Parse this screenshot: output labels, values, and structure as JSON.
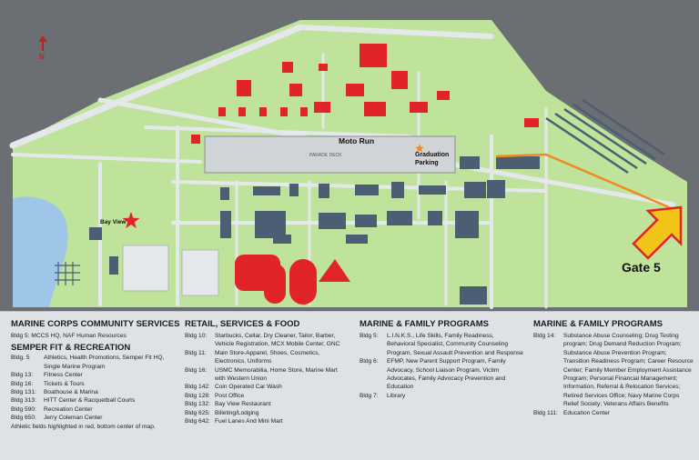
{
  "map": {
    "north_label": "N",
    "moto_run_label": "Moto Run",
    "graduation_parking_label": "Graduation Parking",
    "bay_view_label": "Bay View",
    "gate_label": "Gate 5",
    "parade_deck_label": "PARADE DECK",
    "colors": {
      "frame": "#6b6e72",
      "ground": "#bfe39a",
      "road": "#e4e8ea",
      "building": "#4c5e73",
      "highlight_building": "#e0242a",
      "water": "#9ec6e8",
      "star": "#e0242a",
      "arrow": "#f2c418"
    }
  },
  "legend": {
    "col1": {
      "title": "MARINE CORPS COMMUNITY SERVICES",
      "intro": "Bldg 5: MCCS HQ, NAF Human Resources",
      "rows": [
        {
          "bldg": "Bldg. 5",
          "desc": "Athletics, Health Promotions, Semper Fit HQ, Single Marine Program"
        },
        {
          "bldg": "Bldg 13:",
          "desc": "Fitness Center"
        },
        {
          "bldg": "Bldg 16:",
          "desc": "Tickets & Tours"
        },
        {
          "bldg": "Bldg 131:",
          "desc": "Boathouse & Marina"
        },
        {
          "bldg": "Bldg 313:",
          "desc": "HITT Center & Racquetball Courts"
        },
        {
          "bldg": "Bldg 590:",
          "desc": "Recreation Center"
        },
        {
          "bldg": "Bldg 650:",
          "desc": "Jerry Coleman Center"
        }
      ],
      "sub_title": "SEMPER FIT & RECREATION",
      "note": "Athletic fields highlighted in red, bottom center of map."
    },
    "col2": {
      "title": "RETAIL, SERVICES & FOOD",
      "rows": [
        {
          "bldg": "Bldg 10:",
          "desc": "Starbucks, Cellar, Dry Cleaner, Tailor, Barber, Vehicle Registration, MCX Mobile Center, GNC"
        },
        {
          "bldg": "Bldg 11:",
          "desc": "Main Store-Apparel, Shoes, Cosmetics, Electronics, Uniforms"
        },
        {
          "bldg": "Bldg 16:",
          "desc": "USMC Memorabilia, Home Store, Marine Mart with Western Union"
        },
        {
          "bldg": "Bldg 142:",
          "desc": "Coin Operated Car Wash"
        },
        {
          "bldg": "Bldg 128:",
          "desc": "Post Office"
        },
        {
          "bldg": "Bldg 132:",
          "desc": "Bay View Restaurant"
        },
        {
          "bldg": "Bldg 625:",
          "desc": "Billeting/Lodging"
        },
        {
          "bldg": "Bldg 642:",
          "desc": "Fuel Lanes And Mini Mart"
        }
      ]
    },
    "col3": {
      "title": "MARINE & FAMILY PROGRAMS",
      "rows": [
        {
          "bldg": "Bldg 5:",
          "desc": "L.I.N.K.S., Life Skills, Family Readiness, Behavioral Specialist, Community Counseling Program, Sexual Assault Prevention and Response"
        },
        {
          "bldg": "Bldg 6:",
          "desc": "EFMP, New Parent Support Program, Family Advocacy, School Liaison Program, Victim Advocates, Family Advocacy Prevention and Education"
        },
        {
          "bldg": "Bldg 7:",
          "desc": "Library"
        }
      ]
    },
    "col4": {
      "title": "MARINE & FAMILY PROGRAMS",
      "rows": [
        {
          "bldg": "Bldg 14:",
          "desc": "Substance Abuse Counseling; Drug Testing program; Drug Demand Reduction Program; Substance Abuse Prevention Program; Transition Readiness Program; Career Resource Center; Family Member Employment Assistance Program; Personal Financial Management; Information, Referral & Relocation Services; Retired Services Office; Navy Marine Corps Relief Society; Veterans Affairs Benefits"
        },
        {
          "bldg": "Bldg 111:",
          "desc": "Education Center"
        }
      ]
    }
  }
}
